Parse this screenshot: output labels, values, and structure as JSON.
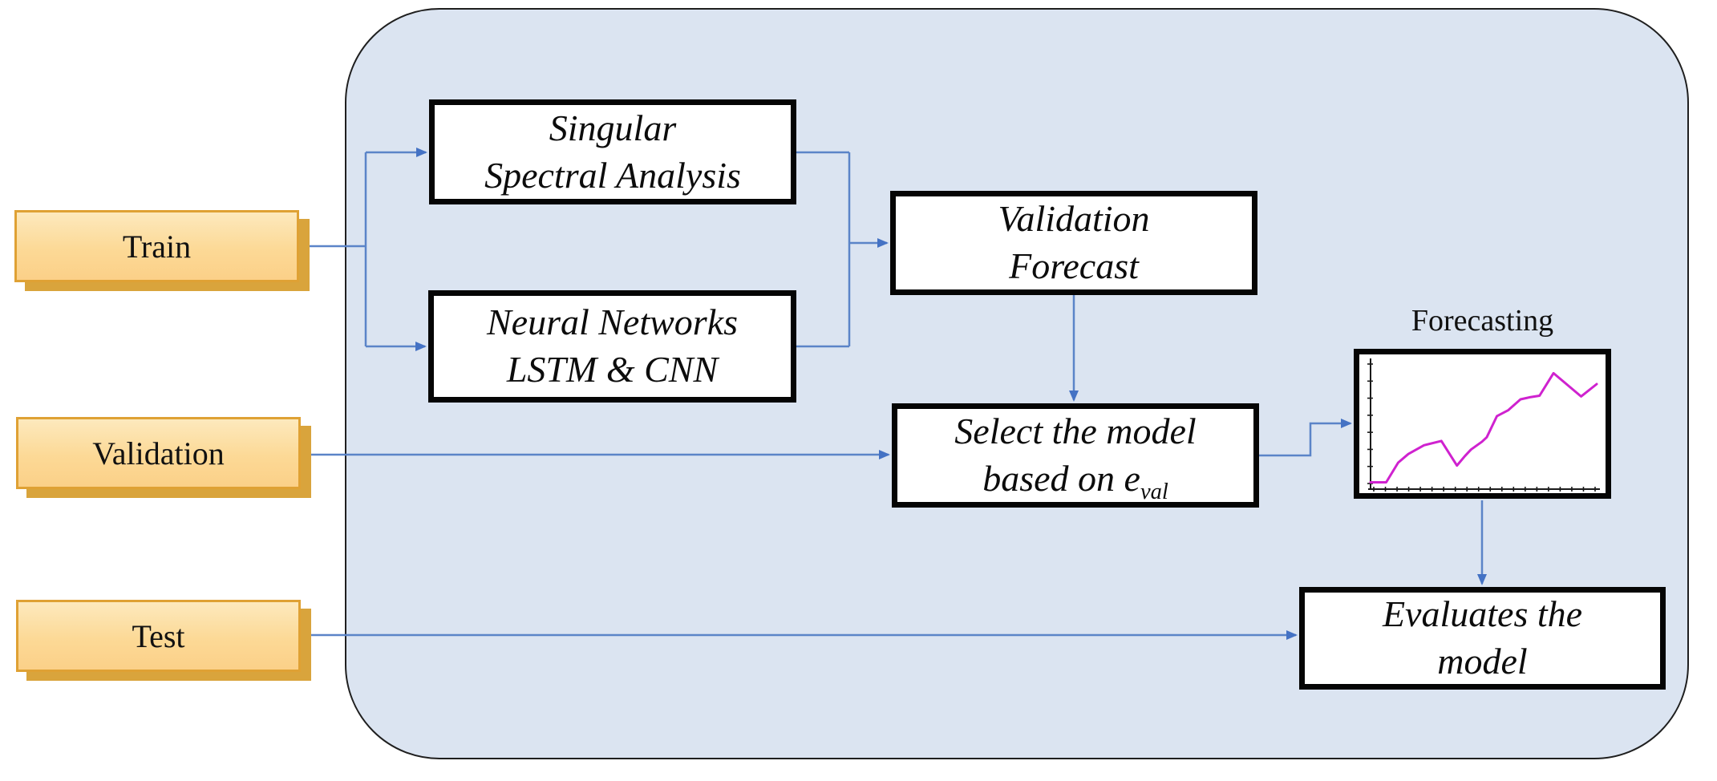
{
  "inputs": {
    "train": "Train",
    "validation": "Validation",
    "test": "Test"
  },
  "nodes": {
    "ssa": {
      "line1": "Singular",
      "line2": "Spectral Analysis"
    },
    "nn": {
      "line1": "Neural Networks",
      "line2": "LSTM & CNN"
    },
    "vf": {
      "line1": "Validation",
      "line2": "Forecast"
    },
    "select": {
      "line1": "Select the model",
      "line2_prefix": "based on e",
      "line2_sub": "val"
    },
    "eval": {
      "line1": "Evaluates the",
      "line2": "model"
    }
  },
  "chart": {
    "title": "Forecasting",
    "type": "line",
    "line_color": "#cf22cf",
    "y_tick_count": 8,
    "x_tick_count": 20,
    "points": [
      [
        0.0,
        0.035
      ],
      [
        0.069,
        0.035
      ],
      [
        0.122,
        0.191
      ],
      [
        0.167,
        0.26
      ],
      [
        0.236,
        0.329
      ],
      [
        0.313,
        0.364
      ],
      [
        0.382,
        0.168
      ],
      [
        0.417,
        0.243
      ],
      [
        0.444,
        0.295
      ],
      [
        0.493,
        0.358
      ],
      [
        0.514,
        0.393
      ],
      [
        0.559,
        0.561
      ],
      [
        0.608,
        0.607
      ],
      [
        0.663,
        0.694
      ],
      [
        0.705,
        0.711
      ],
      [
        0.747,
        0.723
      ],
      [
        0.809,
        0.902
      ],
      [
        0.931,
        0.717
      ],
      [
        1.0,
        0.815
      ]
    ]
  },
  "colors": {
    "container_fill": "#dbe4f1",
    "container_border": "#1f1f1f",
    "input_box_fill_top": "#fde9bd",
    "input_box_fill_bottom": "#fbd088",
    "input_box_border": "#dfa134",
    "input_box_shadow": "#d9a43c",
    "process_box_fill": "#ffffff",
    "process_box_border": "#050505",
    "connector_line": "#5b84c8",
    "arrowhead": "#4472c4",
    "chart_line": "#cf22cf"
  }
}
